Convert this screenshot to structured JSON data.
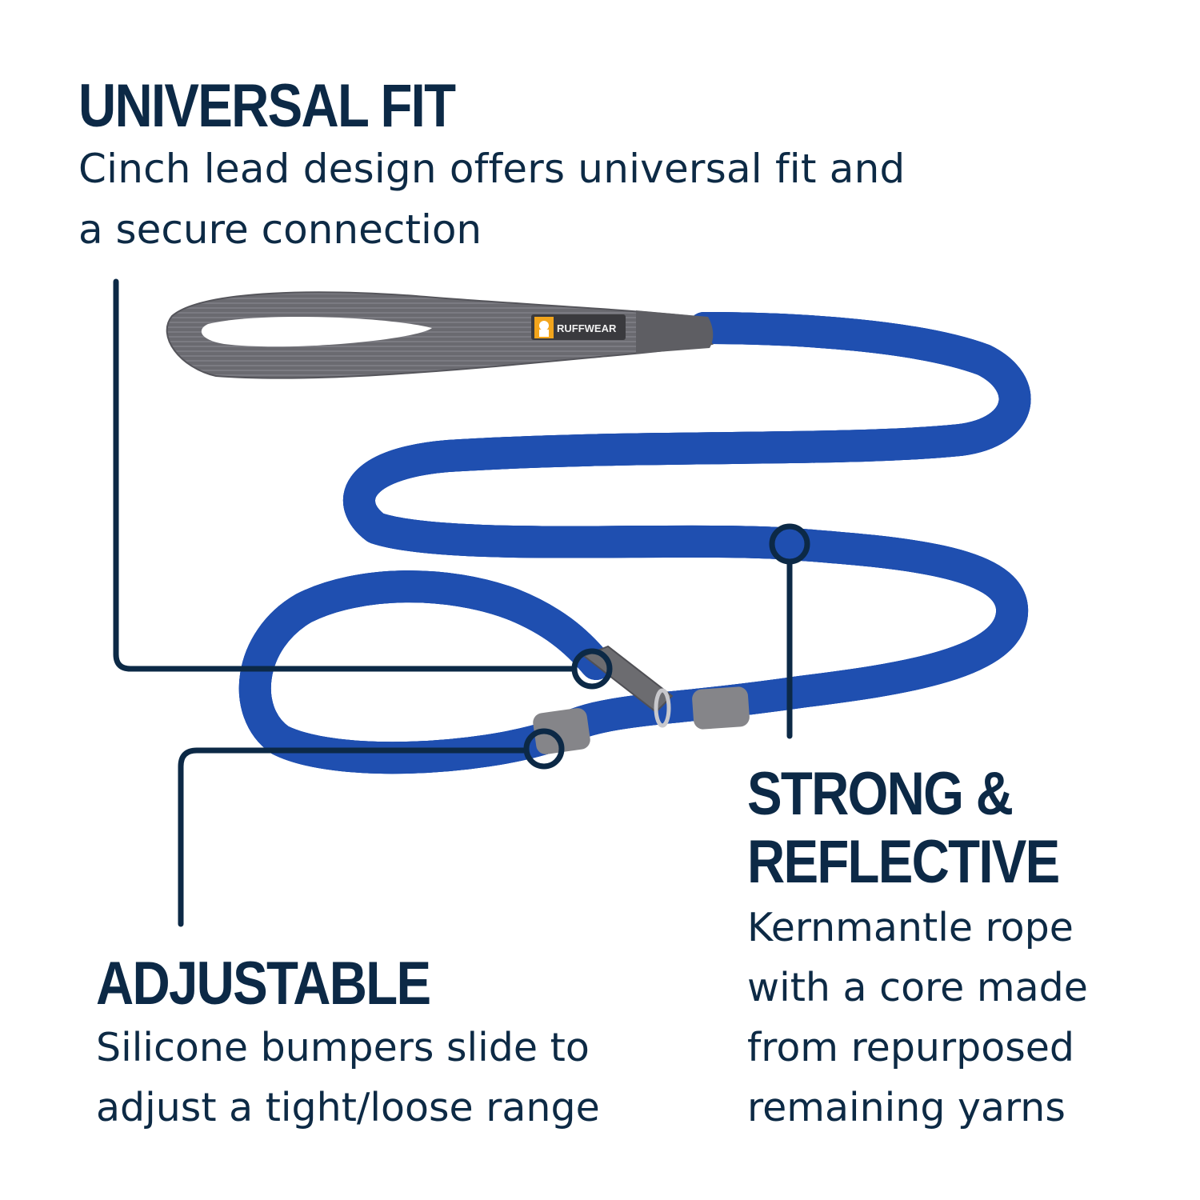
{
  "product": {
    "brand_label": "RUFFWEAR",
    "colors": {
      "text_navy": "#0c2946",
      "rope_blue": "#2b6ad6",
      "rope_dark": "#1f4fb0",
      "reflective_white": "#e8eefc",
      "handle_gray": "#6e6e74",
      "bumper_gray": "#858589",
      "logo_orange": "#f2a51c",
      "background": "#ffffff"
    }
  },
  "features": {
    "universal_fit": {
      "title": "UNIVERSAL FIT",
      "description_lines": [
        "Cinch lead design offers universal fit and",
        "a secure connection"
      ]
    },
    "strong_reflective": {
      "title_lines": [
        "STRONG &",
        "REFLECTIVE"
      ],
      "description_lines": [
        "Kernmantle rope",
        "with a core made",
        "from repurposed",
        "remaining yarns"
      ]
    },
    "adjustable": {
      "title": "ADJUSTABLE",
      "description_lines": [
        "Silicone bumpers slide to",
        "adjust a tight/loose range"
      ]
    }
  },
  "callouts": [
    {
      "id": "universal_fit",
      "target": "cinch-ring-sleeve",
      "circle": [
        740,
        836
      ]
    },
    {
      "id": "strong_reflective",
      "target": "rope-section",
      "circle": [
        987,
        680
      ]
    },
    {
      "id": "adjustable",
      "target": "silicone-bumper",
      "circle": [
        680,
        936
      ]
    }
  ]
}
